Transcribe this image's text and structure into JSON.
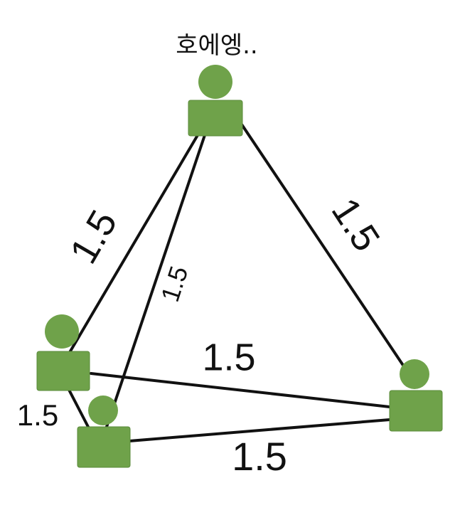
{
  "diagram": {
    "type": "network",
    "colors": {
      "node": "#6fa24a",
      "node_edge": "#5a8a3a",
      "line": "#111111",
      "label": "#111111"
    },
    "nodes": [
      {
        "id": "top",
        "label": "호에엥..",
        "icon": "person-icon"
      },
      {
        "id": "left",
        "label": "",
        "icon": "person-icon"
      },
      {
        "id": "bottom-left",
        "label": "",
        "icon": "person-icon"
      },
      {
        "id": "right",
        "label": "",
        "icon": "person-icon"
      }
    ],
    "edges": [
      {
        "from": "top",
        "to": "left",
        "label": "1.5"
      },
      {
        "from": "top",
        "to": "bottom-left",
        "label": "1.5"
      },
      {
        "from": "top",
        "to": "right",
        "label": "1.5"
      },
      {
        "from": "left",
        "to": "right",
        "label": "1.5"
      },
      {
        "from": "left",
        "to": "bottom-left",
        "label": "1.5"
      },
      {
        "from": "bottom-left",
        "to": "right",
        "label": "1.5"
      }
    ]
  }
}
